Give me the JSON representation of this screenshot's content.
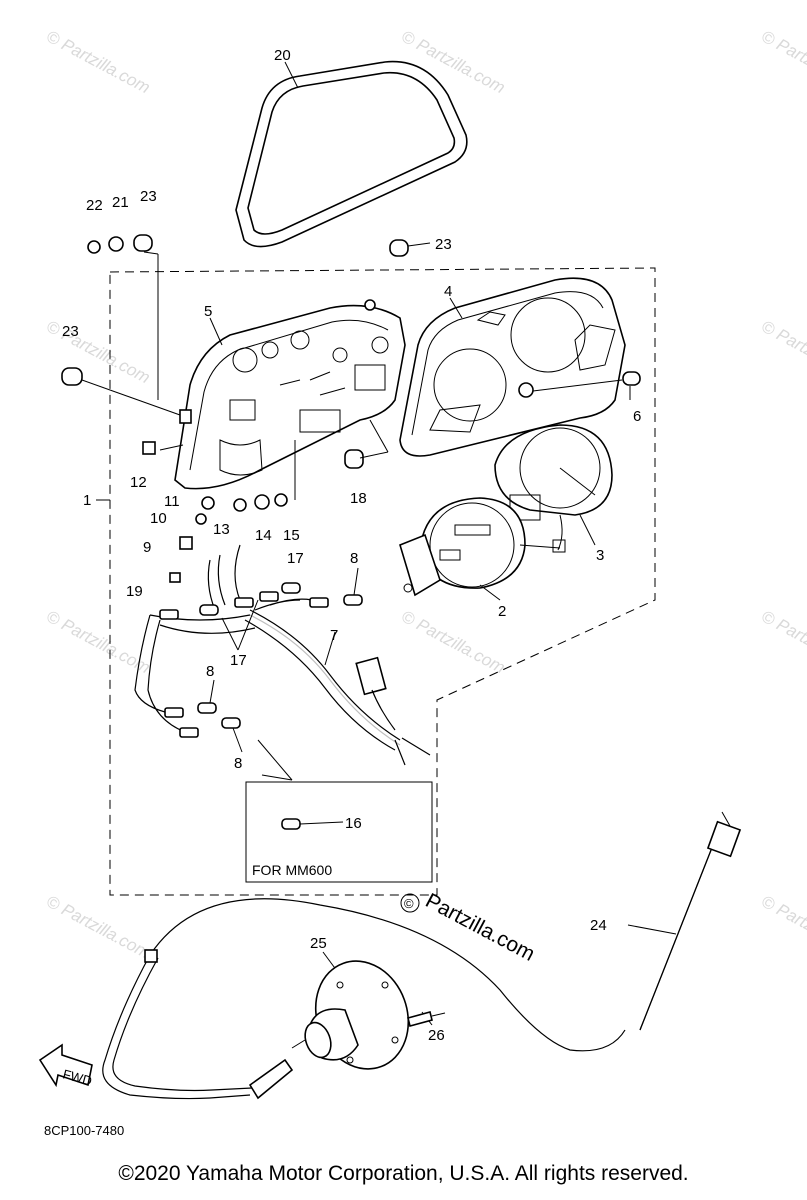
{
  "watermark": "© Partzilla.com",
  "brand_mark": "Partzilla.com",
  "brand_circle": "©",
  "diagram_code": "8CP100-7480",
  "copyright": "©2020 Yamaha Motor Corporation, U.S.A. All rights reserved.",
  "inset_label": "FOR MM600",
  "fwd_label": "FWD",
  "callouts": [
    "1",
    "2",
    "3",
    "4",
    "5",
    "6",
    "7",
    "8",
    "8",
    "8",
    "9",
    "10",
    "11",
    "12",
    "13",
    "14",
    "15",
    "16",
    "17",
    "17",
    "18",
    "19",
    "20",
    "21",
    "22",
    "23",
    "23",
    "23",
    "24",
    "25",
    "26"
  ]
}
